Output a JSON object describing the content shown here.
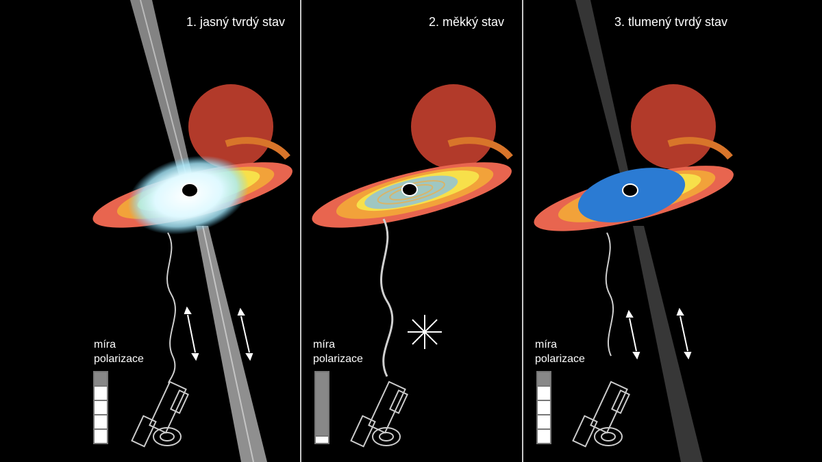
{
  "panels": [
    {
      "title": "1. jasný tvrdý stav",
      "meter_label_line1": "míra",
      "meter_label_line2": "polarizace",
      "polarization_segments_filled": 4,
      "polarization_segments_total": 5,
      "disk_color": "#dff9ff",
      "arrow_type": "linear"
    },
    {
      "title": "2. měkký stav",
      "meter_label_line1": "míra",
      "meter_label_line2": "polarizace",
      "polarization_fraction": 0.1,
      "disk_color": "#9fc7c2",
      "arrow_type": "radial"
    },
    {
      "title": "3. tlumený tvrdý stav",
      "meter_label_line1": "míra",
      "meter_label_line2": "polarizace",
      "polarization_segments_filled": 4,
      "polarization_segments_total": 5,
      "disk_color": "#2b7bd3",
      "arrow_type": "linear"
    }
  ],
  "colors": {
    "companion_star": "#b23a2a",
    "disk_outer": "#e8654f",
    "disk_mid": "#f2a23a",
    "disk_inner": "#f7e04a",
    "meter_fill": "#888888",
    "meter_empty": "#ffffff"
  }
}
